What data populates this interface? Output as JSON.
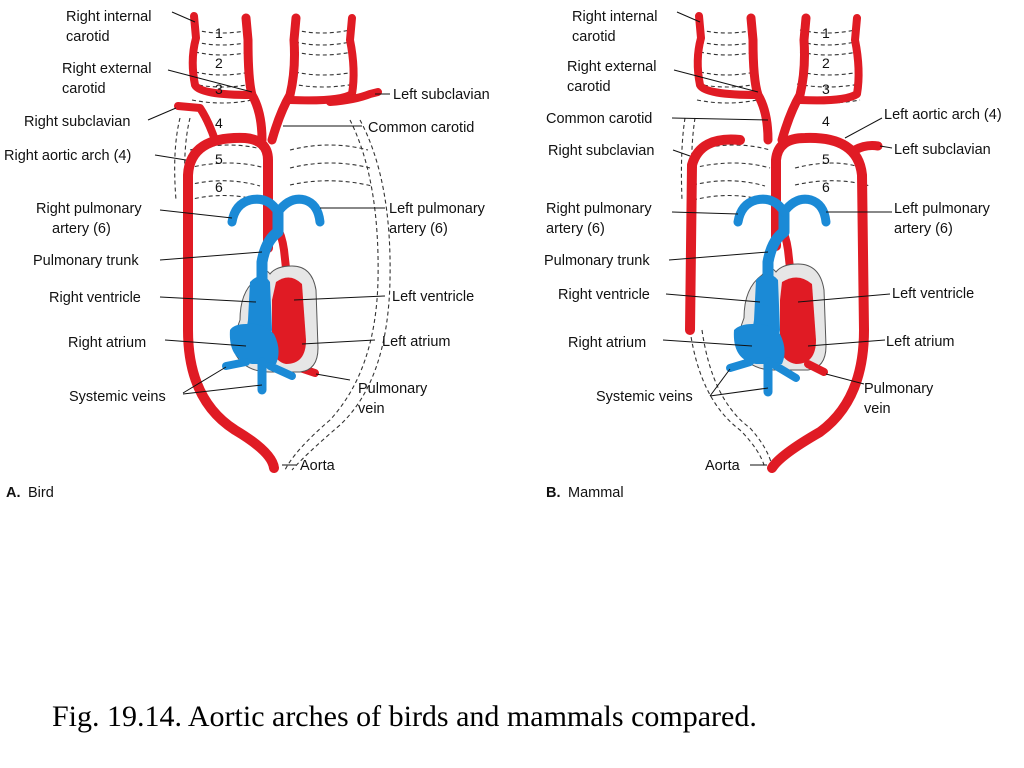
{
  "colors": {
    "artery": "#e01b24",
    "vein": "#1b8ad6",
    "heart_outline": "#d0d0d0"
  },
  "caption": "Fig. 19.14. Aortic arches of birds and mammals compared.",
  "panel_a": {
    "letter": "A.",
    "name": "Bird",
    "arch_numbers": [
      "1",
      "2",
      "3",
      "4",
      "5",
      "6"
    ],
    "labels": {
      "right_internal_carotid_1": "Right internal",
      "right_internal_carotid_2": "carotid",
      "right_external_carotid_1": "Right external",
      "right_external_carotid_2": "carotid",
      "right_subclavian": "Right subclavian",
      "right_aortic_arch": "Right aortic arch (4)",
      "left_subclavian": "Left subclavian",
      "common_carotid": "Common carotid",
      "right_pulmonary_artery_1": "Right pulmonary",
      "right_pulmonary_artery_2": "artery (6)",
      "left_pulmonary_artery_1": "Left pulmonary",
      "left_pulmonary_artery_2": "artery (6)",
      "pulmonary_trunk": "Pulmonary trunk",
      "right_ventricle": "Right ventricle",
      "left_ventricle": "Left ventricle",
      "right_atrium": "Right atrium",
      "left_atrium": "Left atrium",
      "systemic_veins": "Systemic veins",
      "pulmonary_vein_1": "Pulmonary",
      "pulmonary_vein_2": "vein",
      "aorta": "Aorta"
    }
  },
  "panel_b": {
    "letter": "B.",
    "name": "Mammal",
    "arch_numbers": [
      "1",
      "2",
      "3",
      "4",
      "5",
      "6"
    ],
    "labels": {
      "right_internal_carotid_1": "Right internal",
      "right_internal_carotid_2": "carotid",
      "right_external_carotid_1": "Right external",
      "right_external_carotid_2": "carotid",
      "common_carotid": "Common carotid",
      "right_subclavian": "Right subclavian",
      "left_aortic_arch": "Left aortic arch (4)",
      "left_subclavian": "Left subclavian",
      "right_pulmonary_artery_1": "Right pulmonary",
      "right_pulmonary_artery_2": "artery (6)",
      "left_pulmonary_artery_1": "Left pulmonary",
      "left_pulmonary_artery_2": "artery (6)",
      "pulmonary_trunk": "Pulmonary trunk",
      "right_ventricle": "Right ventricle",
      "left_ventricle": "Left ventricle",
      "right_atrium": "Right atrium",
      "left_atrium": "Left atrium",
      "systemic_veins": "Systemic veins",
      "pulmonary_vein_1": "Pulmonary",
      "pulmonary_vein_2": "vein",
      "aorta": "Aorta"
    }
  }
}
